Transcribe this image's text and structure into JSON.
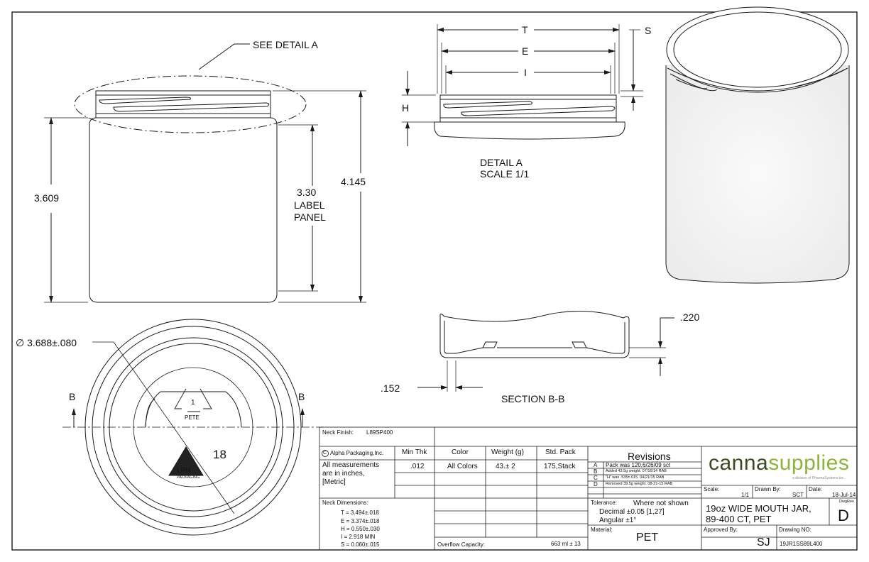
{
  "colors": {
    "line": "#1a1a1a",
    "brand_dark": "#3c4a22",
    "brand_light": "#8cb43c"
  },
  "side_view": {
    "callout": "SEE DETAIL  A",
    "dim_overall": "4.145",
    "dim_body": "3.609",
    "dim_label": "3.30",
    "label_line1": "LABEL",
    "label_line2": "PANEL"
  },
  "detail_a": {
    "dim_t": "T",
    "dim_e": "E",
    "dim_i": "I",
    "dim_s": "S",
    "dim_h": "H",
    "title": "DETAIL  A",
    "scale": "SCALE  1/1"
  },
  "section": {
    "dim_bottom": ".220",
    "dim_wall": ".152",
    "title": "SECTION  B-B"
  },
  "bottom_view": {
    "diameter": "∅ 3.688±.080",
    "b_left": "B",
    "b_right": "B",
    "recycle_code": "1",
    "recycle_label": "PETE",
    "cavity": "18",
    "logo_text": "LPH",
    "logo_sub": "PACKAGING"
  },
  "title_block": {
    "neck_finish_label": "Neck Finish:",
    "neck_finish_value": "L89SP400",
    "company": "Alpha Packaging,Inc.",
    "company_mark": "C",
    "min_thk_header": "Min Thk",
    "color_header": "Color",
    "weight_header": "Weight (g)",
    "pack_header": "Std. Pack",
    "measure_line1": "All measurements",
    "measure_line2": "are in inches,",
    "measure_line3": "[Metric]",
    "min_thk_value": ".012",
    "color_value": "All Colors",
    "weight_value": "43.±  2",
    "pack_value": "175,Stack",
    "neck_dims_label": "Neck Dimensions:",
    "neck_dims": [
      "T = 3.494±.018",
      "E = 3.374±.018",
      "H = 0.550±.030",
      "I = 2.918 MIN",
      "S = 0.060±.015"
    ],
    "overflow_label": "Overflow Capacity:",
    "overflow_value": "663 ml ± 13",
    "revisions_header": "Revisions",
    "revisions": [
      {
        "rev": "A",
        "text": "Pack was 120,6/26/09 sct"
      },
      {
        "rev": "B",
        "text": "Added 43.5g weight. 07/16/14 RAB"
      },
      {
        "rev": "C",
        "text": "\"H\" was .535±.015. 04/21/15 RAB"
      },
      {
        "rev": "D",
        "text": "Removed 39.5g weight. 08-21-15 RAB"
      }
    ],
    "tolerance_label": "Tolerance:",
    "tolerance_line1": "Where not shown",
    "tolerance_line2": "Decimal ±0.05 [1,27]",
    "tolerance_line3": "Angular ±1°",
    "material_label": "Material:",
    "material_value": "PET",
    "brand_part1": "canna",
    "brand_part2": "supplies",
    "brand_tagline": "a division of PharmaSystems Inc.",
    "scale_label": "Scale:",
    "scale_value": "1/1",
    "drawn_label": "Drawn By:",
    "drawn_value": "SCT",
    "date_label": "Date:",
    "date_value": "18-Jul-14",
    "desc_line1": "19oz WIDE MOUTH JAR,",
    "desc_line2": "89-400 CT, PET",
    "dwgrev_label": "DwgRev",
    "dwgrev_value": "D",
    "approved_label": "Approved By:",
    "approved_value": "SJ",
    "drawing_no_label": "Drawing NO:",
    "drawing_no_value": "19JR1SS89L400"
  }
}
